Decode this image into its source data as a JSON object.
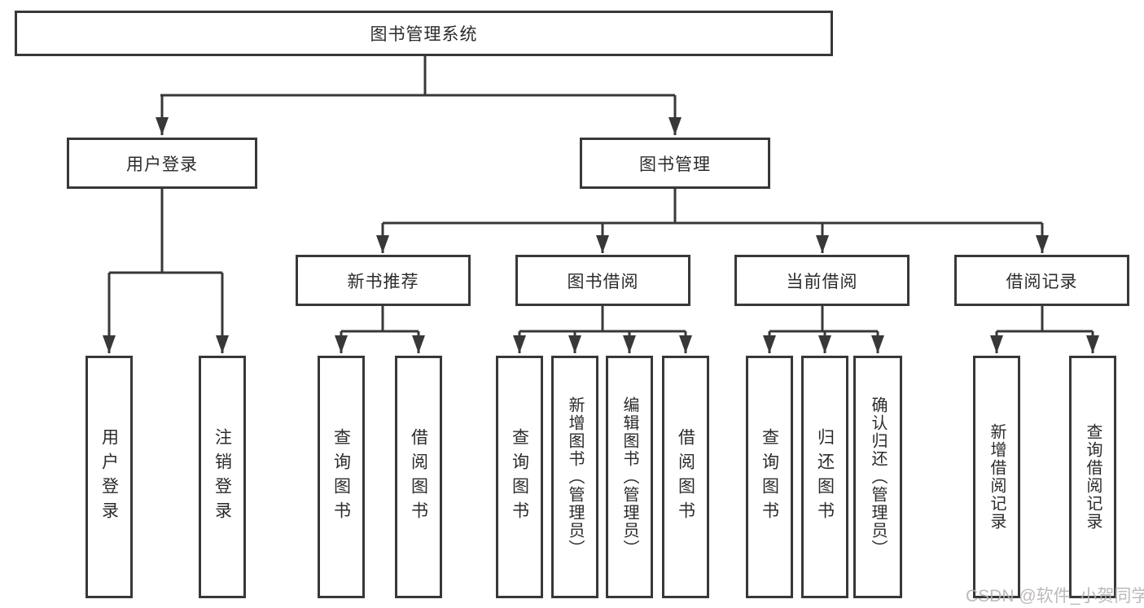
{
  "tree": {
    "root": {
      "label": "图书管理系统",
      "children": [
        {
          "label": "用户登录",
          "children": [
            {
              "label": "用户登录"
            },
            {
              "label": "注销登录"
            }
          ]
        },
        {
          "label": "图书管理",
          "children": [
            {
              "label": "新书推荐",
              "children": [
                {
                  "label": "查询图书"
                },
                {
                  "label": "借阅图书"
                }
              ]
            },
            {
              "label": "图书借阅",
              "children": [
                {
                  "label": "查询图书"
                },
                {
                  "label": "新增图书（管理员）"
                },
                {
                  "label": "编辑图书（管理员）"
                },
                {
                  "label": "借阅图书"
                }
              ]
            },
            {
              "label": "当前借阅",
              "children": [
                {
                  "label": "查询图书"
                },
                {
                  "label": "归还图书"
                },
                {
                  "label": "确认归还（管理员）"
                }
              ]
            },
            {
              "label": "借阅记录",
              "children": [
                {
                  "label": "新增借阅记录"
                },
                {
                  "label": "查询借阅记录"
                }
              ]
            }
          ]
        }
      ]
    }
  },
  "watermark": {
    "text": "CSDN @软件_小贺同学"
  },
  "colors": {
    "line": "#383838",
    "text": "#2b2b2b",
    "background": "#ffffff",
    "watermark": "#b6b2b2"
  }
}
